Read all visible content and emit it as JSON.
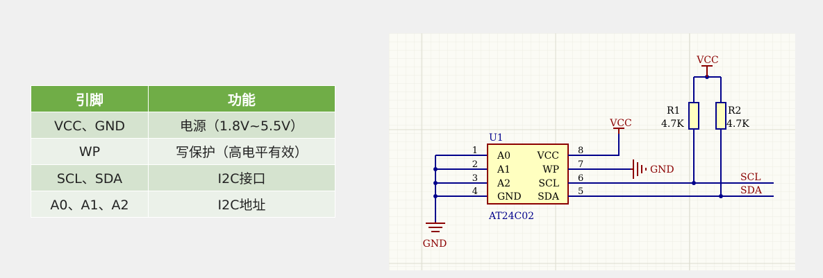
{
  "table": {
    "headers": [
      "引脚",
      "功能"
    ],
    "rows": [
      [
        "VCC、GND",
        "电源（1.8V~5.5V）"
      ],
      [
        "WP",
        "写保护（高电平有效）"
      ],
      [
        "SCL、SDA",
        "I2C接口"
      ],
      [
        "A0、A1、A2",
        "I2C地址"
      ]
    ]
  },
  "schematic": {
    "chip": {
      "ref": "U1",
      "part": "AT24C02",
      "left_pins": [
        {
          "num": "1",
          "name": "A0"
        },
        {
          "num": "2",
          "name": "A1"
        },
        {
          "num": "3",
          "name": "A2"
        },
        {
          "num": "4",
          "name": "GND"
        }
      ],
      "right_pins": [
        {
          "num": "8",
          "name": "VCC"
        },
        {
          "num": "7",
          "name": "WP"
        },
        {
          "num": "6",
          "name": "SCL"
        },
        {
          "num": "5",
          "name": "SDA"
        }
      ]
    },
    "resistors": [
      {
        "ref": "R1",
        "value": "4.7K"
      },
      {
        "ref": "R2",
        "value": "4.7K"
      }
    ],
    "power_labels": {
      "vcc_top": "VCC",
      "vcc_chip": "VCC",
      "gnd_wp": "GND",
      "gnd_bottom": "GND"
    },
    "net_labels": {
      "scl": "SCL",
      "sda": "SDA"
    },
    "colors": {
      "wire": "#00008b",
      "power": "#8b0000",
      "component": "#8b0000",
      "chip_fill": "#ffffc0",
      "resistor_fill": "#ffffc0"
    }
  }
}
